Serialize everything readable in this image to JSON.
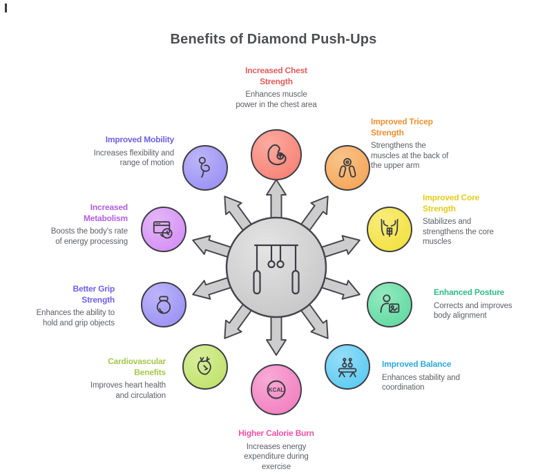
{
  "page_title": "Benefits of Diamond Push-Ups",
  "hub": {
    "icon": "gymnastic-rings-icon"
  },
  "items": [
    {
      "key": "chest",
      "title": "Increased Chest\nStrength",
      "desc": "Enhances muscle\npower in the chest area",
      "title_color": "#e15b5b",
      "circle": "#f8796e",
      "circle_light": "#fcab9f",
      "icon": "flexed-bicep-icon"
    },
    {
      "key": "tricep",
      "title": "Improved Tricep\nStrength",
      "desc": "Strengthens the\nmuscles at the back of\nthe upper arm",
      "title_color": "#ee8f30",
      "circle": "#f5a04f",
      "circle_light": "#f9c489",
      "icon": "hand-gripper-icon"
    },
    {
      "key": "core",
      "title": "Improved Core\nStrength",
      "desc": "Stabilizes and\nstrengthens the core\nmuscles",
      "title_color": "#e6cb1a",
      "circle": "#f2de33",
      "circle_light": "#f8ed7d",
      "icon": "abs-torso-icon"
    },
    {
      "key": "posture",
      "title": "Enhanced Posture",
      "desc": "Corrects and improves\nbody alignment",
      "title_color": "#2fbd83",
      "circle": "#58d79a",
      "circle_light": "#93eac0",
      "icon": "posture-figure-icon"
    },
    {
      "key": "balance",
      "title": "Improved Balance",
      "desc": "Enhances stability and\ncoordination",
      "title_color": "#2ca9e1",
      "circle": "#50c8f2",
      "circle_light": "#95ddf8",
      "icon": "balance-beam-icon"
    },
    {
      "key": "calorie",
      "title": "Higher Calorie Burn",
      "desc": "Increases energy\nexpenditure during\nexercise",
      "title_color": "#ee51a5",
      "circle": "#f176bc",
      "circle_light": "#f8abd6",
      "icon": "kcal-badge-icon",
      "kcal_label": "KCAL"
    },
    {
      "key": "cardio",
      "title": "Cardiovascular\nBenefits",
      "desc": "Improves heart health\nand circulation",
      "title_color": "#a3c94b",
      "circle": "#bce061",
      "circle_light": "#d8ee9b",
      "icon": "anatomical-heart-icon"
    },
    {
      "key": "grip",
      "title": "Better Grip\nStrength",
      "desc": "Enhances the ability to\nhold and grip objects",
      "title_color": "#6c5fe8",
      "circle": "#958bf4",
      "circle_light": "#bcb5f9",
      "icon": "kettlebell-icon"
    },
    {
      "key": "metabolism",
      "title": "Increased\nMetabolism",
      "desc": "Boosts the body's rate\nof energy processing",
      "title_color": "#b35ee3",
      "circle": "#d188f4",
      "circle_light": "#e4b6f9",
      "icon": "browser-clock-icon"
    },
    {
      "key": "mobility",
      "title": "Improved Mobility",
      "desc": "Increases flexibility and\nrange of motion",
      "title_color": "#6c5fe8",
      "circle": "#948af2",
      "circle_light": "#bcb5f8",
      "icon": "stretching-figure-icon"
    }
  ],
  "hub_colors": {
    "fill_light": "#e3e3e3",
    "fill_dark": "#c6c6c6",
    "arrow_fill": "#cdcdcd",
    "outline": "#46464c"
  }
}
